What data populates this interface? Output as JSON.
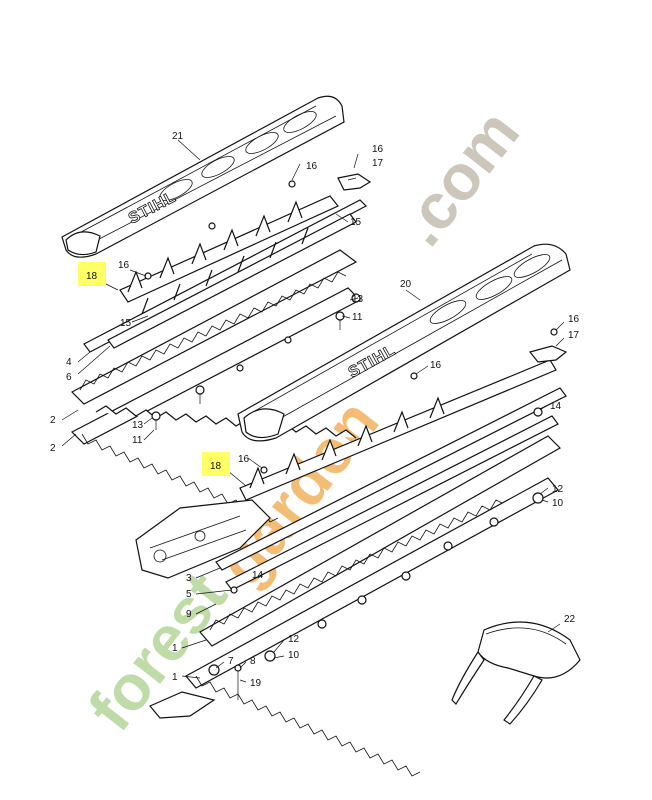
{
  "diagram": {
    "brand_text": "STIHL",
    "watermark_text": [
      "forest",
      "garden",
      ".com"
    ],
    "highlight_color": "#ffff66",
    "callouts": [
      {
        "id": "c21a",
        "text": "21"
      },
      {
        "id": "c16a",
        "text": "16"
      },
      {
        "id": "c17a",
        "text": "17"
      },
      {
        "id": "c16b",
        "text": "16"
      },
      {
        "id": "c15a",
        "text": "15"
      },
      {
        "id": "c18a",
        "text": "18",
        "highlight": true
      },
      {
        "id": "c16c",
        "text": "16"
      },
      {
        "id": "c13a",
        "text": "13"
      },
      {
        "id": "c11a",
        "text": "11"
      },
      {
        "id": "c15b",
        "text": "15"
      },
      {
        "id": "c4",
        "text": "4"
      },
      {
        "id": "c6",
        "text": "6"
      },
      {
        "id": "c2a",
        "text": "2"
      },
      {
        "id": "c13b",
        "text": "13"
      },
      {
        "id": "c11b",
        "text": "11"
      },
      {
        "id": "c2b",
        "text": "2"
      },
      {
        "id": "c20",
        "text": "20"
      },
      {
        "id": "c16d",
        "text": "16"
      },
      {
        "id": "c17b",
        "text": "17"
      },
      {
        "id": "c16e",
        "text": "16"
      },
      {
        "id": "c14a",
        "text": "14"
      },
      {
        "id": "c18b",
        "text": "18",
        "highlight": true
      },
      {
        "id": "c16f",
        "text": "16"
      },
      {
        "id": "c12a",
        "text": "12"
      },
      {
        "id": "c10a",
        "text": "10"
      },
      {
        "id": "c3",
        "text": "3"
      },
      {
        "id": "c14b",
        "text": "14"
      },
      {
        "id": "c5",
        "text": "5"
      },
      {
        "id": "c9",
        "text": "9"
      },
      {
        "id": "c1a",
        "text": "1"
      },
      {
        "id": "c12b",
        "text": "12"
      },
      {
        "id": "c10b",
        "text": "10"
      },
      {
        "id": "c7",
        "text": "7"
      },
      {
        "id": "c8",
        "text": "8"
      },
      {
        "id": "c1b",
        "text": "1"
      },
      {
        "id": "c19",
        "text": "19"
      },
      {
        "id": "c22",
        "text": "22"
      }
    ]
  }
}
